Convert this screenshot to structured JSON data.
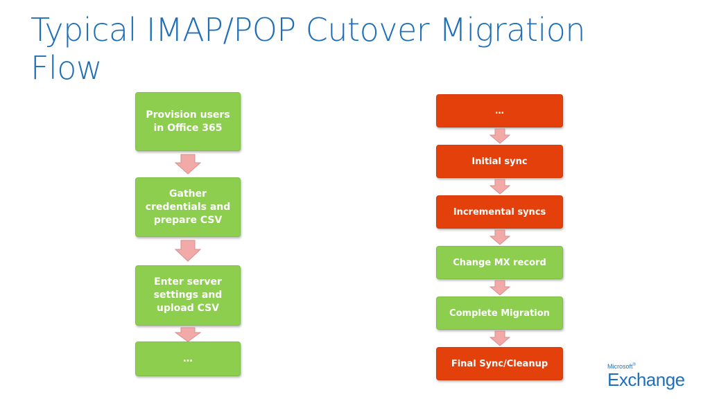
{
  "title": {
    "line1": "Typical IMAP/POP Cutover Migration",
    "line2": "Flow"
  },
  "left_flow": [
    {
      "label": "Provision users in Office 365",
      "color": "green"
    },
    {
      "label": "Gather credentials and prepare CSV",
      "color": "green"
    },
    {
      "label": "Enter server settings and upload CSV",
      "color": "green"
    },
    {
      "label": "…",
      "color": "green"
    }
  ],
  "right_flow": [
    {
      "label": "…",
      "color": "red"
    },
    {
      "label": "Initial sync",
      "color": "red"
    },
    {
      "label": "Incremental syncs",
      "color": "red"
    },
    {
      "label": "Change MX record",
      "color": "green"
    },
    {
      "label": "Complete Migration",
      "color": "green"
    },
    {
      "label": "Final Sync/Cleanup",
      "color": "red"
    }
  ],
  "colors": {
    "title": "#1f6fb8",
    "green": "#8dce4f",
    "red": "#e3400c",
    "arrow_fill": "#f2aaa9",
    "arrow_stroke": "#d98c8b"
  },
  "logo": {
    "small": "Microsoft",
    "mark": "®",
    "big": "Exchange"
  }
}
